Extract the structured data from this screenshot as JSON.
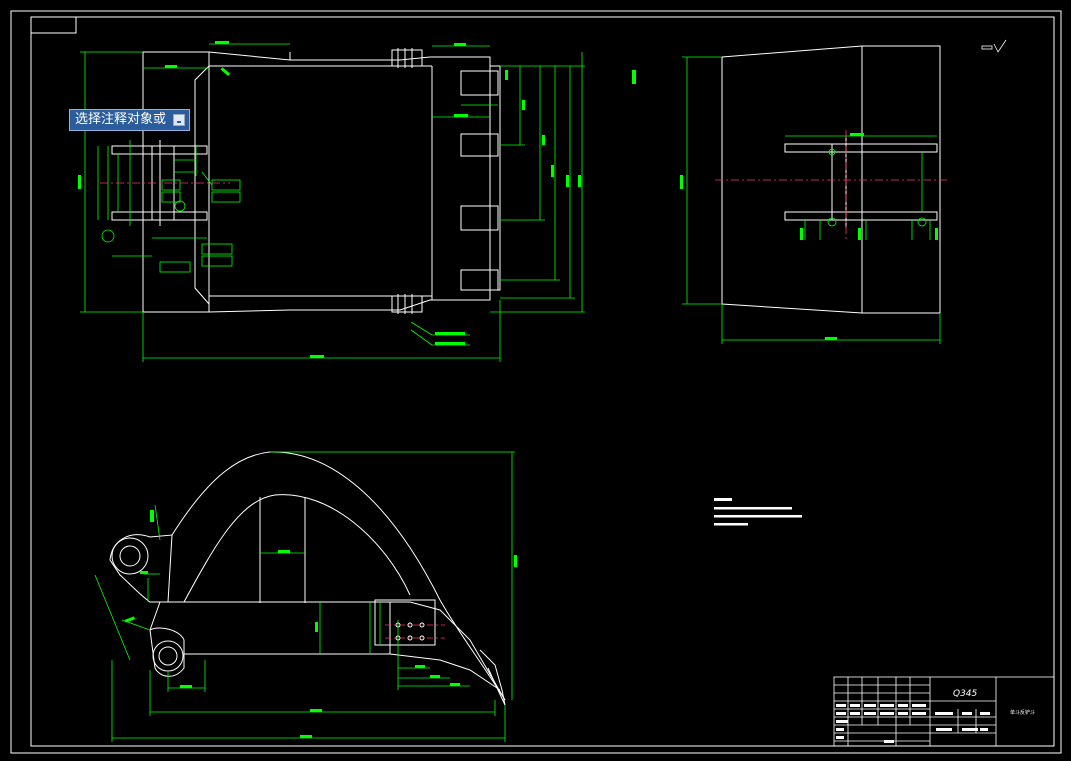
{
  "tooltip": {
    "text": "选择注释对象或"
  },
  "title_block": {
    "material": "Q345",
    "drawing_name": "单斗反铲斗"
  },
  "colors": {
    "background": "#000000",
    "outline": "#ffffff",
    "dimension": "#00ff00",
    "centerline": "#ff3366",
    "tooltip_bg": "#2b5d9c"
  }
}
